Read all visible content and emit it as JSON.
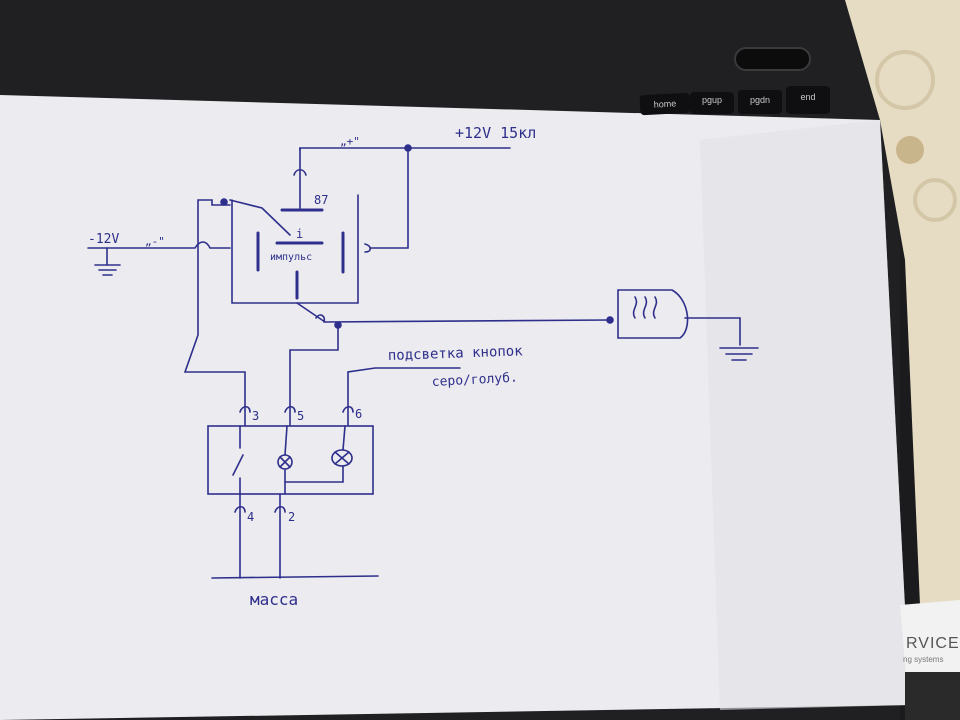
{
  "keyboard": {
    "keys": [
      "home",
      "pgup",
      "pgdn",
      "end"
    ]
  },
  "card": {
    "text_top": "RVICE",
    "text_bottom": "ng systems"
  },
  "diagram": {
    "supply_label": "+12V  15кл",
    "plus_label": "„+\"",
    "ground_in_label": "-12V",
    "minus_label": "„-\"",
    "relay_pin_87": "87",
    "relay_coil_label": "импульс",
    "relay_coil_mark": "i",
    "backlight_label": "подсветка кнопок",
    "wire_color_label": "серо/голуб.",
    "pin_3": "3",
    "pin_5": "5",
    "pin_6": "6",
    "pin_4": "4",
    "pin_2": "2",
    "ground_label": "масса"
  },
  "colors": {
    "ink": "#2e2f8c",
    "paper": "#ecebef",
    "desk": "#1b1b1d",
    "tablecloth": "#e6dcc3"
  }
}
